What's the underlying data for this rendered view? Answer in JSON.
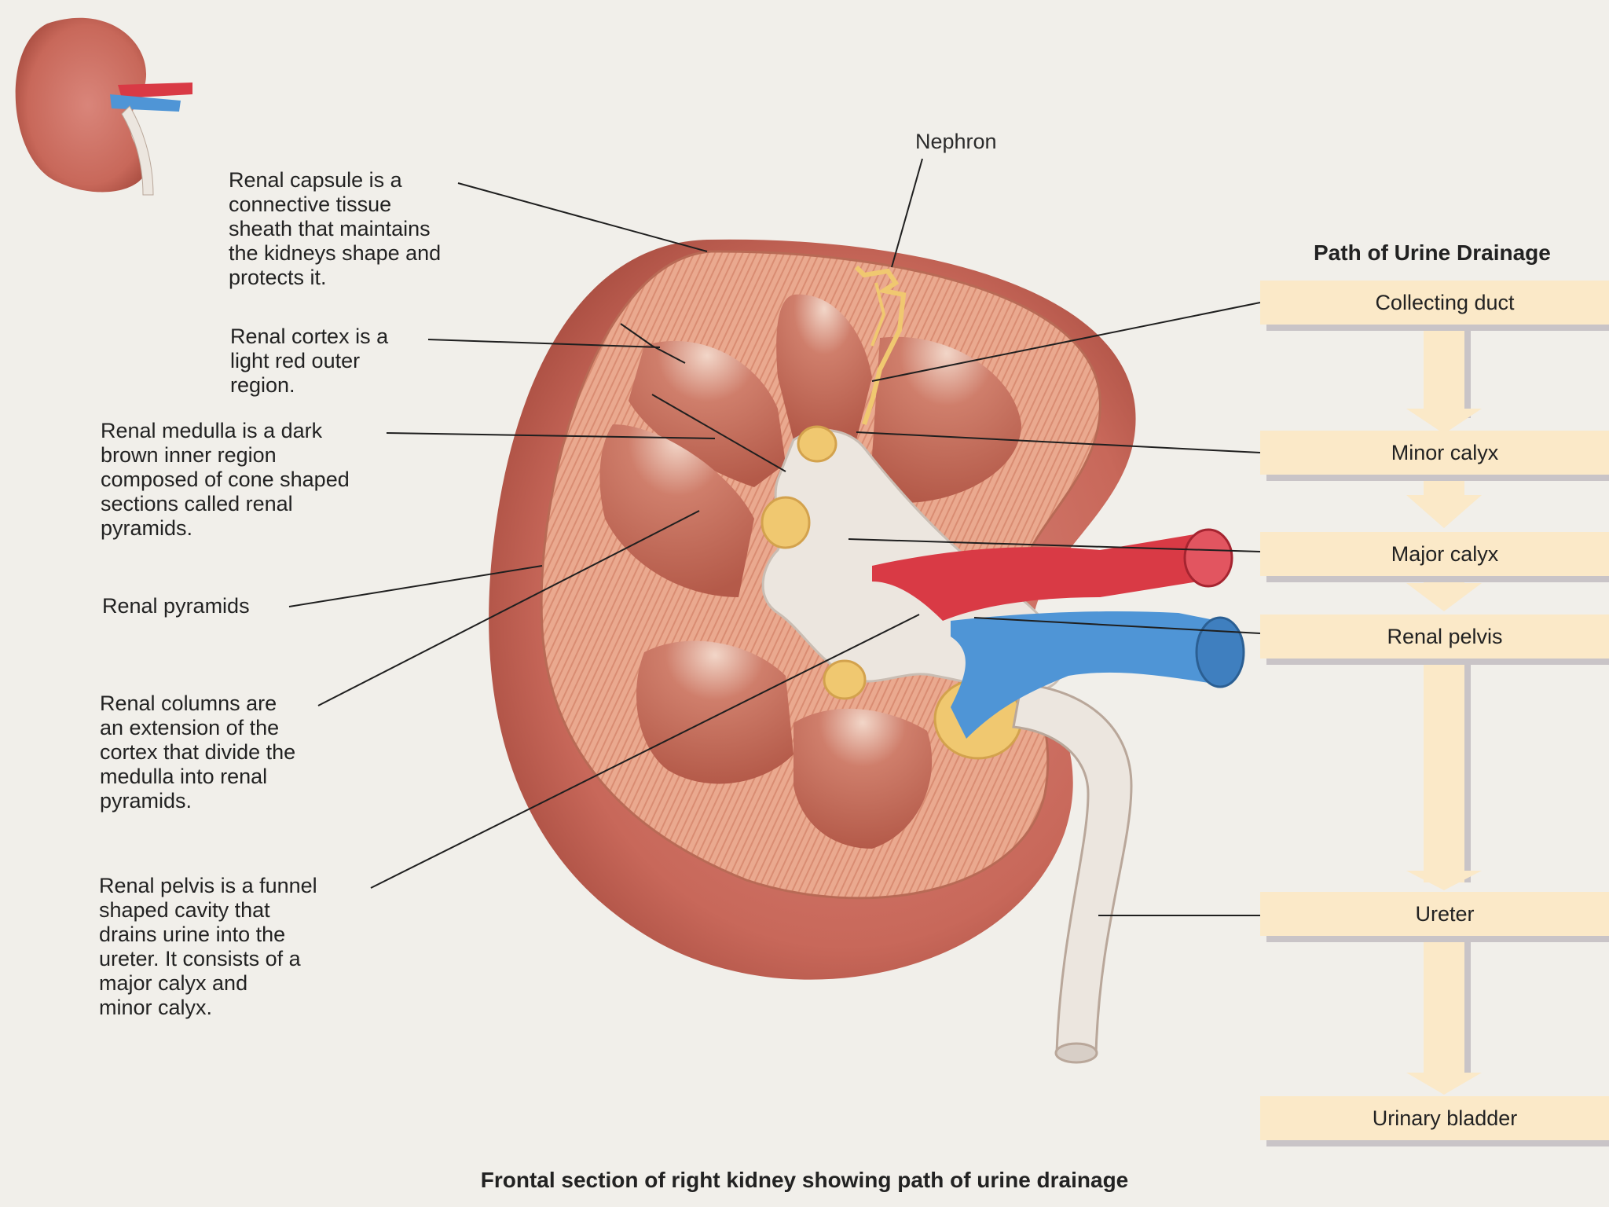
{
  "labels": {
    "capsule": "Renal capsule is a\nconnective tissue\nsheath that maintains\nthe kidneys shape and\nprotects it.",
    "cortex": "Renal cortex is a\nlight red outer\nregion.",
    "medulla": "Renal medulla is a dark\nbrown inner region\ncomposed of cone shaped\nsections called renal\npyramids.",
    "pyramids": "Renal pyramids",
    "columns": "Renal columns are\nan extension of the\ncortex that divide the\nmedulla into renal\npyramids.",
    "pelvis": "Renal pelvis is a funnel\nshaped cavity that\ndrains urine into the\nureter. It consists of a\nmajor calyx and\nminor calyx.",
    "nephron": "Nephron"
  },
  "flow": {
    "title": "Path of Urine Drainage",
    "steps": [
      "Collecting duct",
      "Minor calyx",
      "Major calyx",
      "Renal pelvis",
      "Ureter",
      "Urinary bladder"
    ]
  },
  "caption": "Frontal section of right kidney showing path of urine drainage",
  "colors": {
    "background": "#f1efea",
    "kidney_outer": "#c8685a",
    "cortex": "#e8a48a",
    "medulla": "#b9614f",
    "pelvis": "#ece6df",
    "artery": "#d93a45",
    "vein": "#4f95d6",
    "fat": "#f0c870",
    "flow_box": "#fbe9c8",
    "flow_arrow": "#fbe9c8",
    "flow_shadow": "#c9c4c7"
  }
}
